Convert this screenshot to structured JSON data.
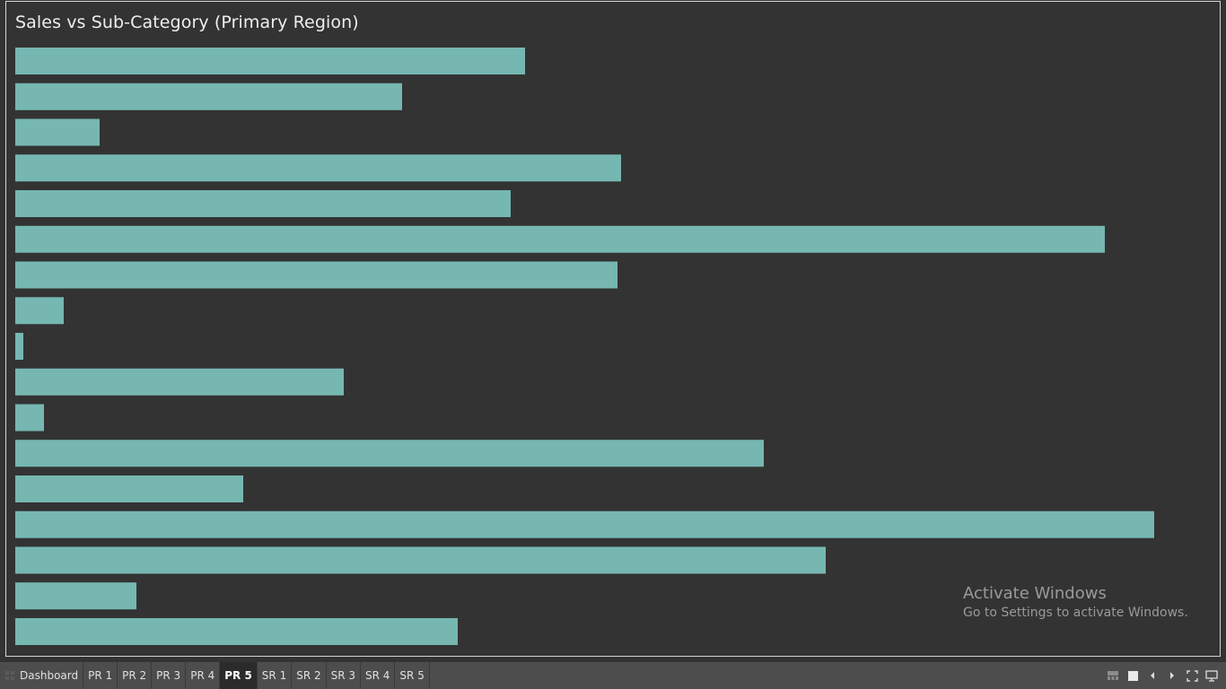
{
  "chart_data": {
    "type": "bar",
    "orientation": "horizontal",
    "title": "Sales vs Sub-Category (Primary Region)",
    "xlabel": "",
    "ylabel": "",
    "xlim": [
      0,
      1345
    ],
    "values": [
      568,
      431,
      94,
      675,
      552,
      1214,
      671,
      54,
      9,
      366,
      32,
      834,
      254,
      1269,
      903,
      135,
      493
    ],
    "bar_color": "#76b7b2",
    "grid": false,
    "legend": "none"
  },
  "watermark": {
    "title": "Activate Windows",
    "subtitle": "Go to Settings to activate Windows."
  },
  "tabs": [
    {
      "label": "Dashboard",
      "active": false
    },
    {
      "label": "PR 1",
      "active": false
    },
    {
      "label": "PR 2",
      "active": false
    },
    {
      "label": "PR 3",
      "active": false
    },
    {
      "label": "PR 4",
      "active": false
    },
    {
      "label": "PR 5",
      "active": true
    },
    {
      "label": "SR 1",
      "active": false
    },
    {
      "label": "SR 2",
      "active": false
    },
    {
      "label": "SR 3",
      "active": false
    },
    {
      "label": "SR 4",
      "active": false
    },
    {
      "label": "SR 5",
      "active": false
    }
  ],
  "controls": [
    "filmstrip-view-icon",
    "single-view-icon",
    "previous-sheet-icon",
    "next-sheet-icon",
    "fullscreen-icon",
    "presentation-mode-icon"
  ],
  "colors": {
    "background": "#333333",
    "tabbar": "#4d4d4d",
    "active_tab": "#2b2b2b"
  }
}
